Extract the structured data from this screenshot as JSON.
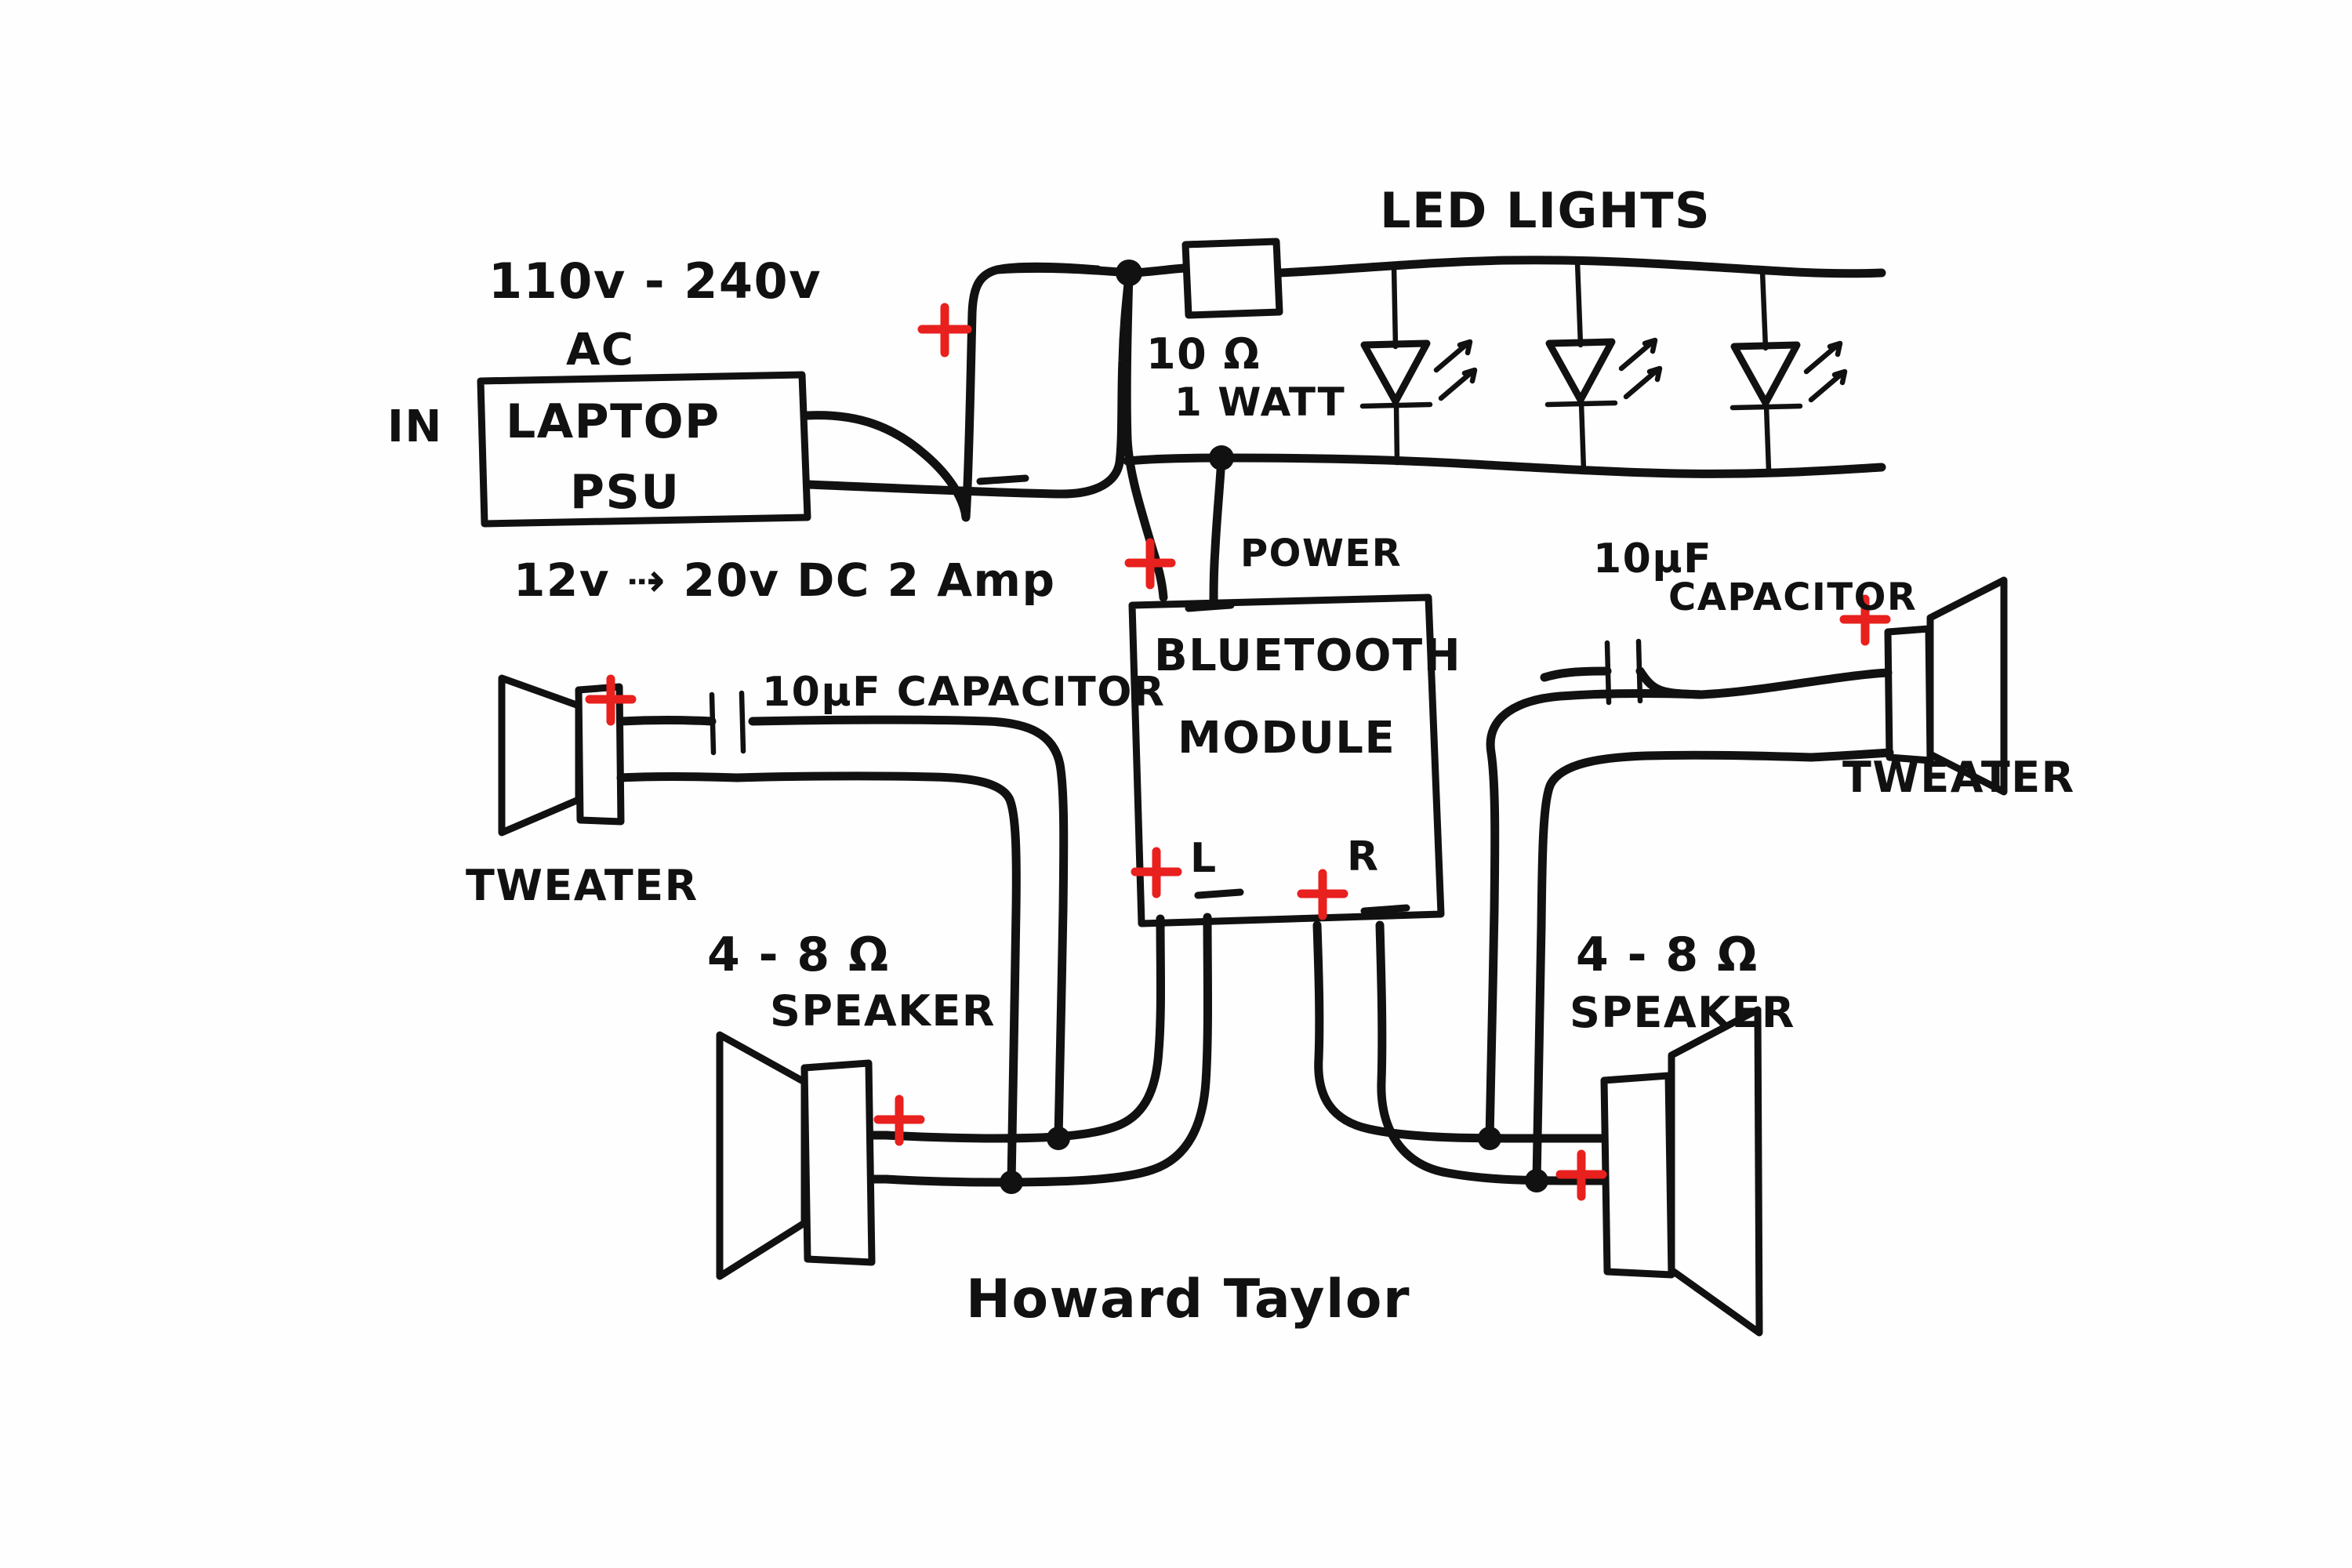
{
  "title": "Bluetooth Amplifier Wiring Diagram",
  "author": "Howard Taylor",
  "colors": {
    "ink": "#111111",
    "polarity_positive": "#e8201e",
    "paper": "#fefefe"
  },
  "mains": {
    "in_label": "IN",
    "voltage_ac": "110v - 240v",
    "ac_label": "AC",
    "output_spec": "12v ⇢ 20v  DC 2 Amp"
  },
  "psu": {
    "line1": "LAPTOP",
    "line2": "PSU"
  },
  "led_section": {
    "heading": "LED LIGHTS",
    "resistor_value": "10 Ω",
    "resistor_power": "1 WATT",
    "led_count": 3
  },
  "bluetooth": {
    "line1": "BLUETOOTH",
    "line2": "MODULE",
    "power_label": "POWER",
    "power_plus": "+",
    "power_minus": "−",
    "out_left": "L",
    "out_right": "R",
    "out_left_plus": "+",
    "out_left_minus": "−",
    "out_right_plus": "+",
    "out_right_minus": "−"
  },
  "rail_markers": {
    "positive": "+",
    "negative": "−"
  },
  "left_branch": {
    "capacitor_label": "10μF CAPACITOR",
    "tweeter_label": "TWEATER",
    "tweeter_plus": "+",
    "speaker_impedance": "4 - 8 Ω",
    "speaker_label": "SPEAKER",
    "speaker_plus": "+"
  },
  "right_branch": {
    "capacitor_label_line1": "10μF",
    "capacitor_label_line2": "CAPACITOR",
    "tweeter_label": "TWEATER",
    "tweeter_plus": "+",
    "speaker_impedance": "4 - 8 Ω",
    "speaker_label": "SPEAKER",
    "speaker_plus": "+"
  },
  "signature": "Howard Taylor"
}
